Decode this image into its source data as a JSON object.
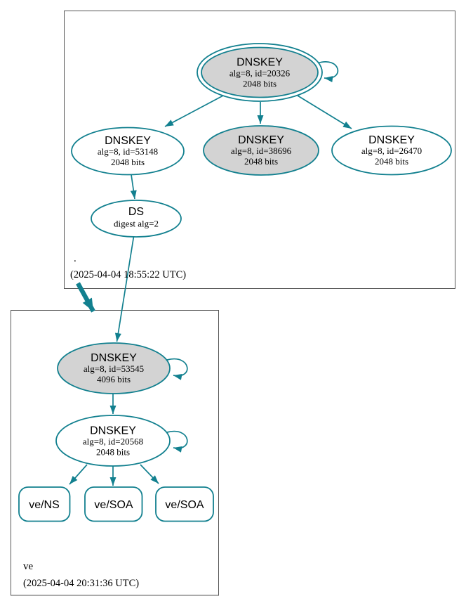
{
  "diagram": "dnssec-authentication-graph",
  "colors": {
    "edge_teal": "#12808f",
    "node_fill_gray": "#d3d3d3",
    "node_fill_white": "#ffffff",
    "zone_border_gray": "#555555",
    "text_black": "#000000"
  },
  "zones": {
    "root": {
      "label": ".",
      "timestamp": "(2025-04-04 18:55:22 UTC)",
      "nodes": {
        "ksk": {
          "title": "DNSKEY",
          "detail": "alg=8, id=20326",
          "bits": "2048 bits"
        },
        "zsk_left": {
          "title": "DNSKEY",
          "detail": "alg=8, id=53148",
          "bits": "2048 bits"
        },
        "zsk_mid": {
          "title": "DNSKEY",
          "detail": "alg=8, id=38696",
          "bits": "2048 bits"
        },
        "zsk_right": {
          "title": "DNSKEY",
          "detail": "alg=8, id=26470",
          "bits": "2048 bits"
        },
        "ds": {
          "title": "DS",
          "detail": "digest alg=2"
        }
      }
    },
    "ve": {
      "label": "ve",
      "timestamp": "(2025-04-04 20:31:36 UTC)",
      "nodes": {
        "ksk": {
          "title": "DNSKEY",
          "detail": "alg=8, id=53545",
          "bits": "4096 bits"
        },
        "zsk": {
          "title": "DNSKEY",
          "detail": "alg=8, id=20568",
          "bits": "2048 bits"
        },
        "rrset_ns": {
          "label": "ve/NS"
        },
        "rrset_soa1": {
          "label": "ve/SOA"
        },
        "rrset_soa2": {
          "label": "ve/SOA"
        }
      }
    }
  }
}
